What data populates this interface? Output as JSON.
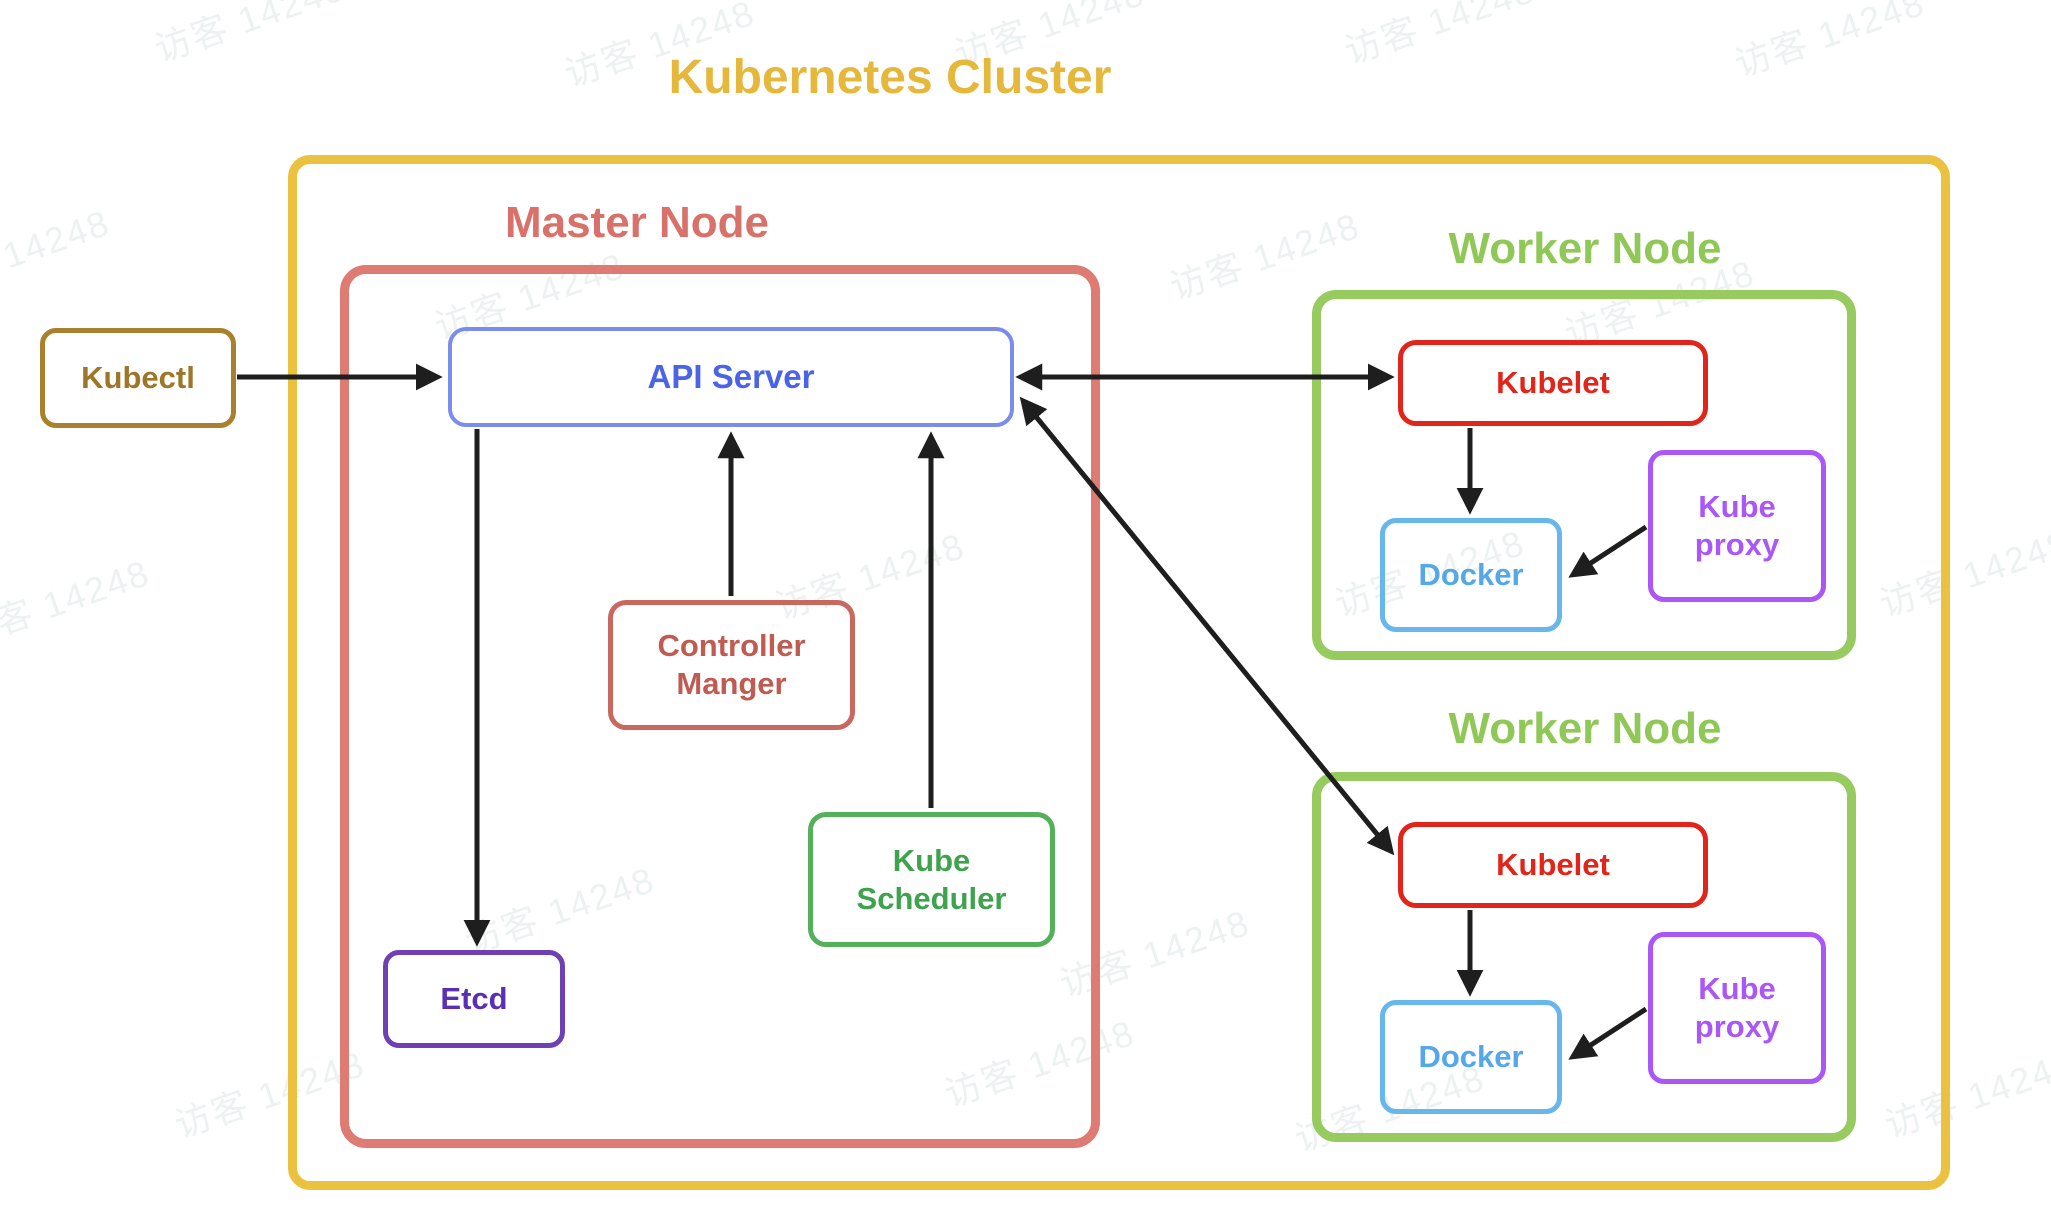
{
  "title": "Kubernetes Cluster",
  "watermark_text": "访客 14248",
  "external": {
    "kubectl_label": "Kubectl"
  },
  "master_node": {
    "label": "Master Node",
    "api_server_label": "API Server",
    "controller_manager_line1": "Controller",
    "controller_manager_line2": "Manger",
    "kube_scheduler_line1": "Kube",
    "kube_scheduler_line2": "Scheduler",
    "etcd_label": "Etcd"
  },
  "worker_nodes": [
    {
      "label": "Worker Node",
      "kubelet_label": "Kubelet",
      "docker_label": "Docker",
      "kube_proxy_line1": "Kube",
      "kube_proxy_line2": "proxy"
    },
    {
      "label": "Worker Node",
      "kubelet_label": "Kubelet",
      "docker_label": "Docker",
      "kube_proxy_line1": "Kube",
      "kube_proxy_line2": "proxy"
    }
  ],
  "edges": [
    {
      "from": "Kubectl",
      "to": "API Server",
      "direction": "one-way"
    },
    {
      "from": "API Server",
      "to": "Kubelet (Worker Node 1)",
      "direction": "two-way"
    },
    {
      "from": "API Server",
      "to": "Kubelet (Worker Node 2)",
      "direction": "two-way"
    },
    {
      "from": "API Server",
      "to": "Etcd",
      "direction": "one-way"
    },
    {
      "from": "Controller Manger",
      "to": "API Server",
      "direction": "one-way"
    },
    {
      "from": "Kube Scheduler",
      "to": "API Server",
      "direction": "one-way"
    },
    {
      "from": "Kubelet (Worker Node 1)",
      "to": "Docker (Worker Node 1)",
      "direction": "one-way"
    },
    {
      "from": "Kube proxy (Worker Node 1)",
      "to": "Docker (Worker Node 1)",
      "direction": "one-way"
    },
    {
      "from": "Kubelet (Worker Node 2)",
      "to": "Docker (Worker Node 2)",
      "direction": "one-way"
    },
    {
      "from": "Kube proxy (Worker Node 2)",
      "to": "Docker (Worker Node 2)",
      "direction": "one-way"
    }
  ],
  "colors": {
    "cluster_gold": "#EAC23F",
    "title_gold": "#E5B83C",
    "master_salmon": "#DE7B73",
    "master_label": "#D9716B",
    "controller_red_border": "#C8685F",
    "controller_red_text": "#C05B52",
    "api_blue_border": "#7A8CEC",
    "api_blue_text": "#4A63E7",
    "kubectl_brown_border": "#A9802D",
    "kubectl_brown_text": "#9E7627",
    "worker_green": "#97CB5F",
    "worker_label": "#90C857",
    "kubelet_red": "#E2251A",
    "docker_blue_border": "#67B6EC",
    "docker_blue_text": "#54A8EA",
    "proxy_purple": "#AB57F7",
    "etcd_purple_border": "#6F3FB3",
    "etcd_purple_text": "#5930B4",
    "scheduler_green_border": "#55B05A",
    "scheduler_green_text": "#3FA34D",
    "arrow_black": "#1E1E1E",
    "watermark_gray": "#DFE7E7"
  }
}
